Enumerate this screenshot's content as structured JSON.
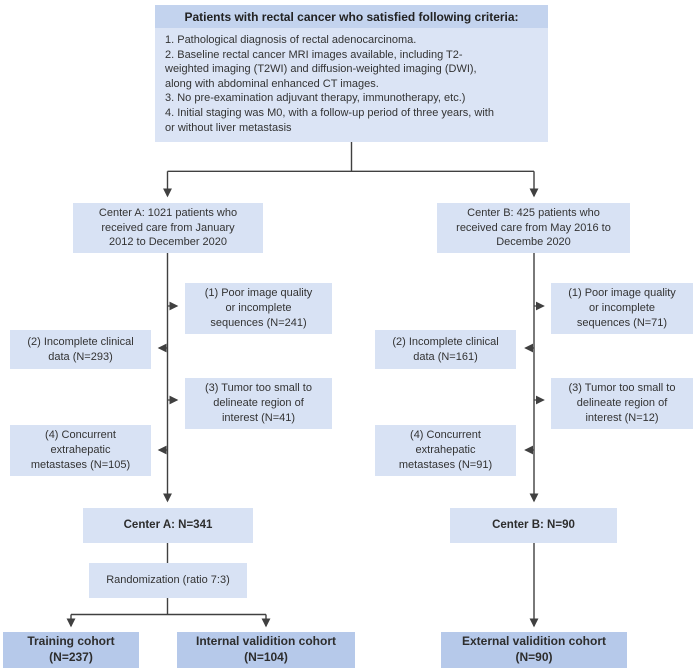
{
  "palette": {
    "box-fill": "#d8e2f4",
    "header-fill": "#c3d3ee",
    "body-fill": "#dbe4f5",
    "dark-fill": "#b6c9ea",
    "line": "#404040",
    "text": "#333333"
  },
  "top_box": {
    "header": "Patients with rectal cancer who satisfied following criteria:",
    "criteria": [
      "1. Pathological diagnosis of rectal adenocarcinoma.",
      "2. Baseline rectal cancer MRI images available, including T2-\nweighted imaging (T2WI) and diffusion-weighted imaging (DWI),\nalong with abdominal enhanced CT images.",
      "3. No pre-examination adjuvant therapy, immunotherapy, etc.)",
      "4. Initial staging was M0, with a follow-up period of three years, with\nor without liver metastasis"
    ]
  },
  "center_a": {
    "intake": "Center A: 1021 patients who\nreceived care from January\n2012 to December 2020",
    "exclusions": [
      "(1) Poor image quality\nor incomplete\nsequences (N=241)",
      "(2) Incomplete clinical\ndata (N=293)",
      "(3) Tumor too small to\ndelineate region of\ninterest (N=41)",
      "(4) Concurrent\nextrahepatic\nmetastases (N=105)"
    ],
    "total": "Center A: N=341",
    "randomization": "Randomization (ratio 7:3)"
  },
  "center_b": {
    "intake": "Center B: 425 patients who\nreceived care from May 2016 to\nDecembe 2020",
    "exclusions": [
      "(1) Poor image quality\nor incomplete\nsequences (N=71)",
      "(2) Incomplete clinical\ndata (N=161)",
      "(3) Tumor too small to\ndelineate region of\ninterest (N=12)",
      "(4) Concurrent\nextrahepatic\nmetastases (N=91)"
    ],
    "total": "Center B: N=90"
  },
  "cohorts": {
    "training": {
      "name": "Training cohort",
      "n": "(N=237)"
    },
    "internal": {
      "name": "Internal validition cohort",
      "n": "(N=104)"
    },
    "external": {
      "name": "External validition cohort",
      "n": "(N=90)"
    }
  }
}
